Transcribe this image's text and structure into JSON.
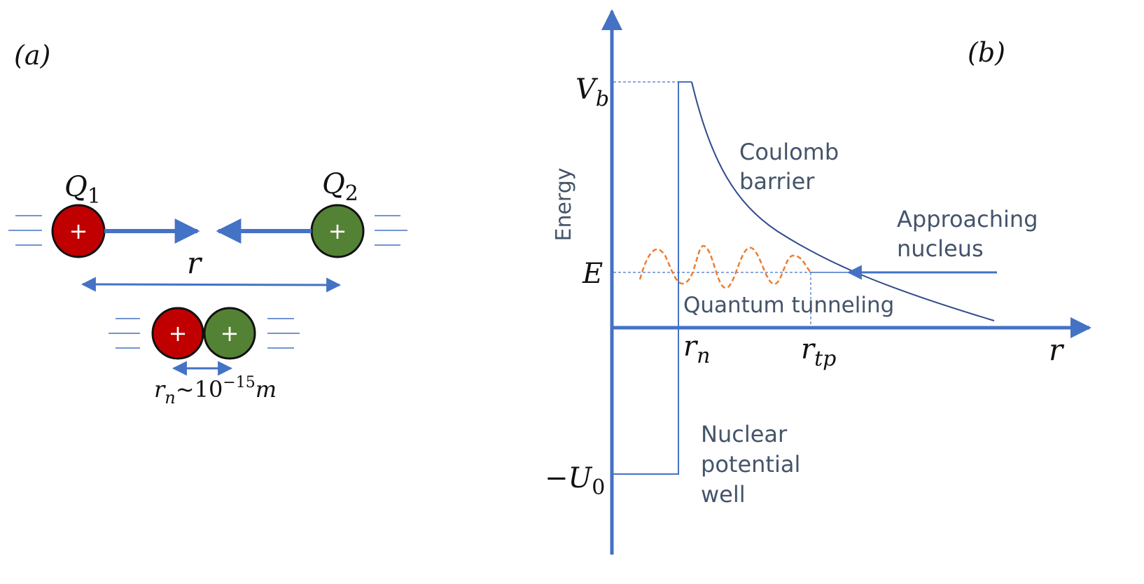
{
  "panel_a": {
    "label": "(a)",
    "charge1": {
      "symbol": "Q",
      "subscript": "1",
      "sign": "+"
    },
    "charge2": {
      "symbol": "Q",
      "subscript": "2",
      "sign": "+"
    },
    "separation_label": "r",
    "fused_pair": {
      "sign_left": "+",
      "sign_right": "+"
    },
    "nuclear_distance": {
      "symbol": "r",
      "subscript": "n",
      "tilde": "~10",
      "exponent": "−15",
      "unit": "m"
    },
    "colors": {
      "charge1": "#c00000",
      "charge2": "#548235",
      "arrow": "#4472c4"
    }
  },
  "panel_b": {
    "label": "(b)",
    "y_axis_label": "Energy",
    "x_axis_label": "r",
    "vb": {
      "symbol": "V",
      "subscript": "b"
    },
    "energy_label": "E",
    "u0": {
      "minus": "−",
      "symbol": "U",
      "subscript": "0"
    },
    "rn": {
      "symbol": "r",
      "subscript": "n"
    },
    "rtp": {
      "symbol": "r",
      "subscript": "tp"
    },
    "coulomb_barrier": [
      "Coulomb",
      "barrier"
    ],
    "approaching_nucleus": [
      "Approaching",
      "nucleus"
    ],
    "quantum_tunneling": "Quantum tunneling",
    "nuclear_well": [
      "Nuclear",
      "potential",
      "well"
    ],
    "colors": {
      "axis": "#4472c4",
      "curve": "#2f4a8a",
      "wave": "#ed7d31",
      "text": "#44546a"
    }
  }
}
